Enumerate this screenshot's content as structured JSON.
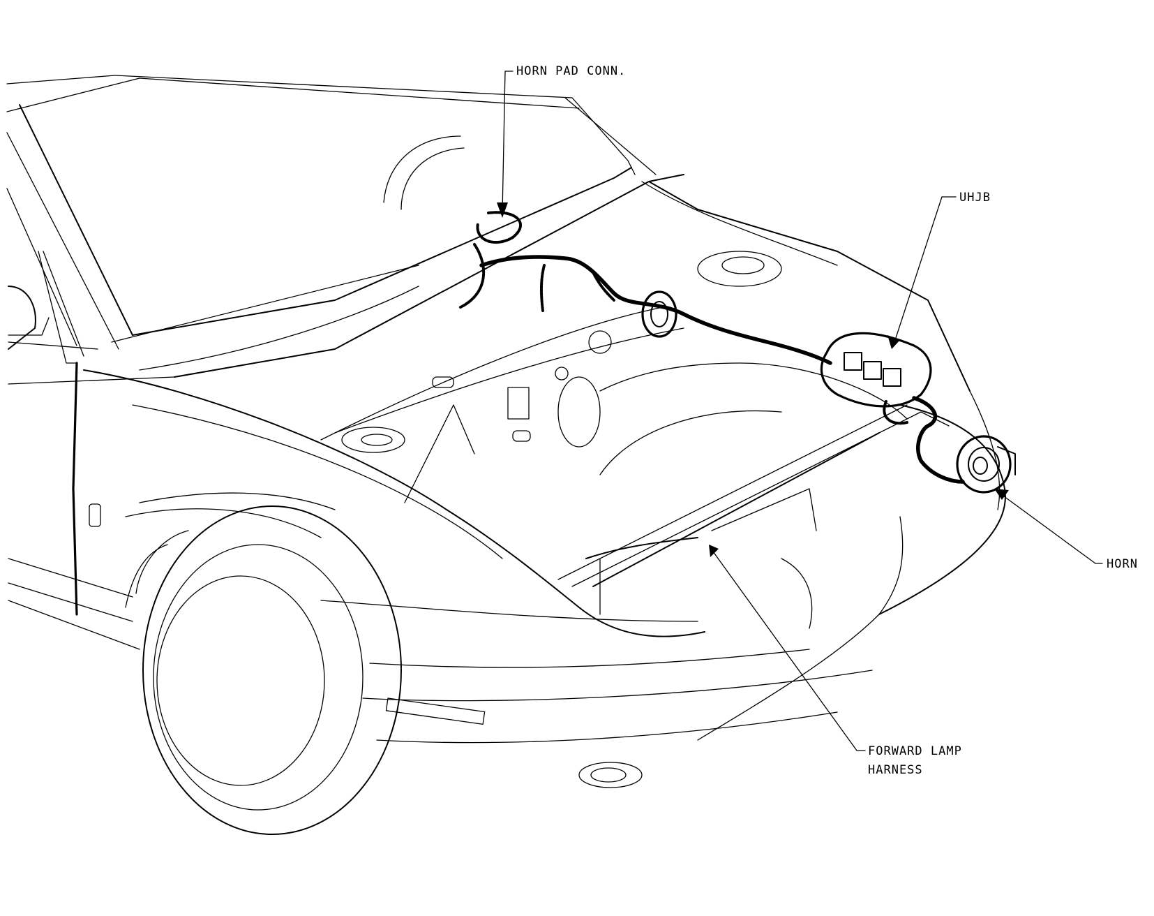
{
  "callouts": {
    "horn_pad_conn": "HORN PAD CONN.",
    "uhjb": "UHJB",
    "horn": "HORN",
    "forward_lamp_line1": "FORWARD LAMP",
    "forward_lamp_line2": "HARNESS"
  },
  "colors": {
    "line": "#000000",
    "background": "#ffffff"
  }
}
